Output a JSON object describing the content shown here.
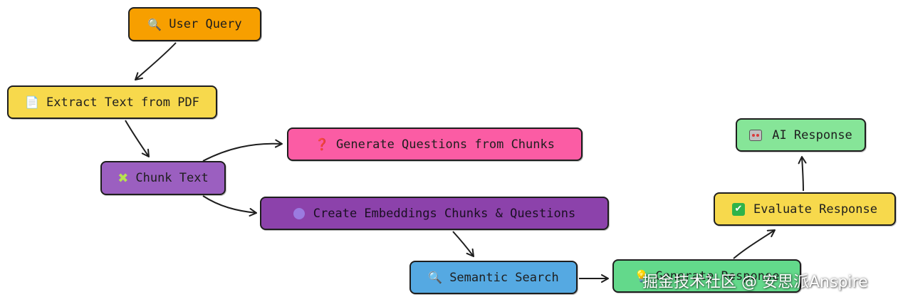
{
  "nodes": {
    "user_query": {
      "label": "User Query",
      "icon": "magnifier-icon"
    },
    "extract_text": {
      "label": "Extract Text from PDF",
      "icon": "document-icon"
    },
    "chunk_text": {
      "label": "Chunk Text",
      "icon": "puzzle-icon"
    },
    "generate_questions": {
      "label": "Generate Questions from Chunks",
      "icon": "question-mark-icon"
    },
    "create_embeddings": {
      "label": "Create Embeddings Chunks & Questions",
      "icon": "circle-icon"
    },
    "semantic_search": {
      "label": "Semantic Search",
      "icon": "magnifier-icon"
    },
    "generate_response": {
      "label": "Generate Response",
      "icon": "lightbulb-icon"
    },
    "evaluate_response": {
      "label": "Evaluate Response",
      "icon": "checkmark-icon"
    },
    "ai_response": {
      "label": "AI Response",
      "icon": "robot-icon"
    }
  },
  "colors": {
    "user_query": "#f79f00",
    "extract_text": "#f7d94c",
    "chunk_text": "#9b5fc0",
    "generate_questions": "#fb5ca4",
    "create_embeddings": "#8c42ab",
    "semantic_search": "#55a9e2",
    "generate_response": "#63d98b",
    "evaluate_response": "#f7d94c",
    "ai_response": "#86e598",
    "stroke": "#1e1e1e"
  },
  "edges": [
    {
      "from": "user_query",
      "to": "extract_text"
    },
    {
      "from": "extract_text",
      "to": "chunk_text"
    },
    {
      "from": "chunk_text",
      "to": "generate_questions"
    },
    {
      "from": "chunk_text",
      "to": "create_embeddings"
    },
    {
      "from": "create_embeddings",
      "to": "semantic_search"
    },
    {
      "from": "semantic_search",
      "to": "generate_response"
    },
    {
      "from": "generate_response",
      "to": "evaluate_response"
    },
    {
      "from": "evaluate_response",
      "to": "ai_response"
    }
  ],
  "watermark": "掘金技术社区 @ 安思派Anspire"
}
